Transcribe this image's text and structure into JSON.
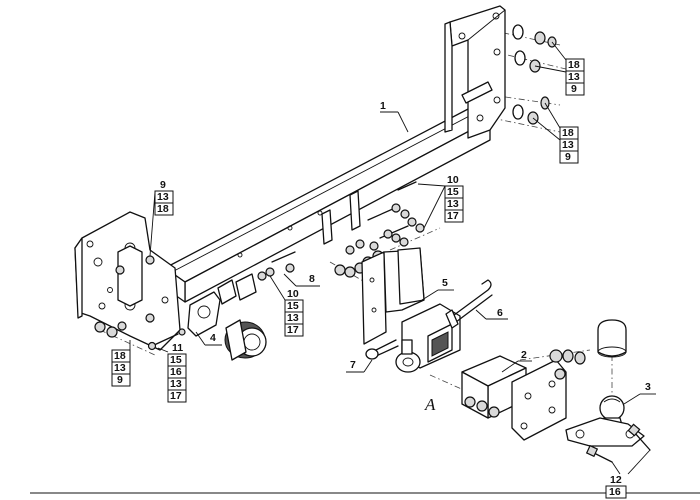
{
  "callouts": {
    "c1": "1",
    "c2": "2",
    "c3": "3",
    "c4": "4",
    "c5": "5",
    "c6": "6",
    "c7": "7",
    "c8": "8",
    "view_a": "A"
  },
  "stacks": {
    "right_top": [
      "18",
      "13",
      "9"
    ],
    "right_mid": [
      "18",
      "13",
      "9"
    ],
    "left_top": [
      "9",
      "13",
      "18"
    ],
    "left_bottom": [
      "18",
      "13",
      "9"
    ],
    "center_right": [
      "10",
      "15",
      "13",
      "17"
    ],
    "center_left": [
      "10",
      "15",
      "13",
      "17"
    ],
    "bolt_left": [
      "11",
      "15",
      "16",
      "13",
      "17"
    ],
    "bolt_right": [
      "12",
      "16"
    ]
  }
}
